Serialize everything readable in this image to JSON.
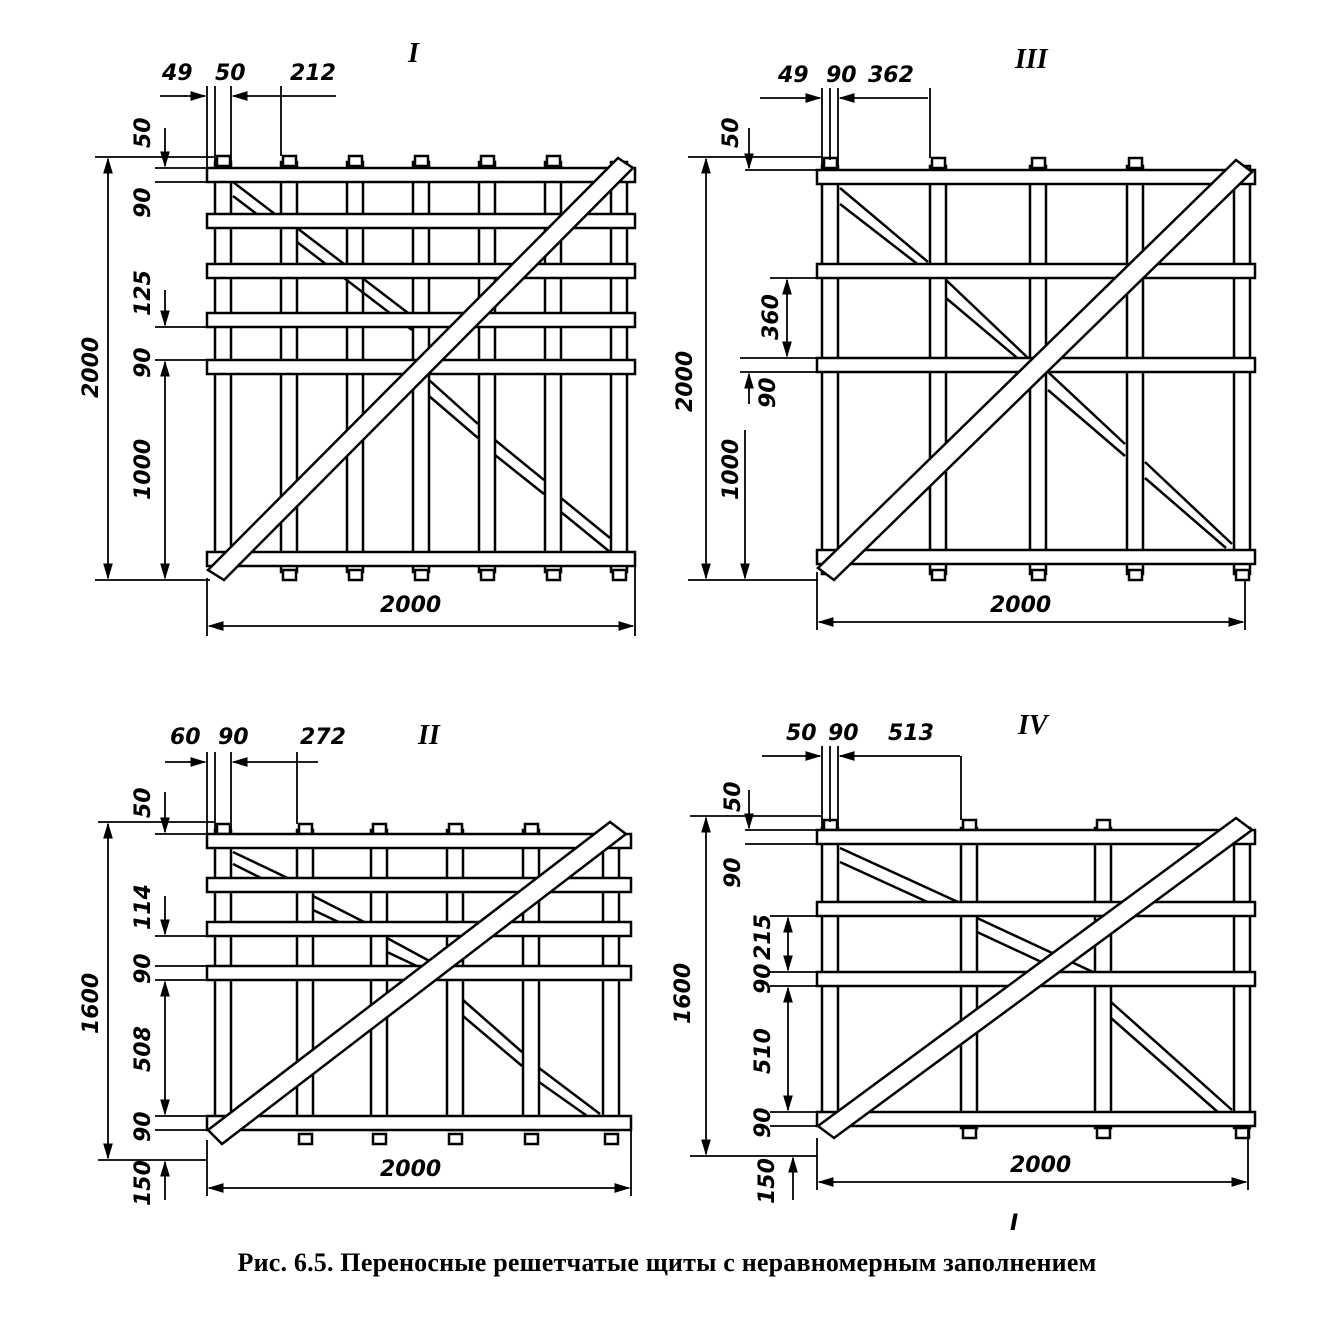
{
  "caption": "Рис. 6.5. Переносные решетчатые щиты с неравномерным заполнением",
  "stray_mark": "I",
  "panels": [
    {
      "id": "I",
      "label": "I",
      "top_dims": [
        "49",
        "50",
        "212"
      ],
      "left_dims": [
        "50",
        "90",
        "125",
        "90",
        "1000"
      ],
      "height_dim": "2000",
      "width_dim": "2000"
    },
    {
      "id": "III",
      "label": "III",
      "top_dims": [
        "49",
        "90",
        "362"
      ],
      "left_dims": [
        "50",
        "360",
        "90",
        "1000"
      ],
      "height_dim": "2000",
      "width_dim": "2000"
    },
    {
      "id": "II",
      "label": "II",
      "top_dims": [
        "60",
        "90",
        "272"
      ],
      "left_dims": [
        "50",
        "114",
        "90",
        "508",
        "90",
        "150"
      ],
      "height_dim": "1600",
      "width_dim": "2000"
    },
    {
      "id": "IV",
      "label": "IV",
      "top_dims": [
        "50",
        "90",
        "513"
      ],
      "left_dims": [
        "50",
        "90",
        "215",
        "90",
        "510",
        "90",
        "150"
      ],
      "height_dim": "1600",
      "width_dim": "2000"
    }
  ]
}
